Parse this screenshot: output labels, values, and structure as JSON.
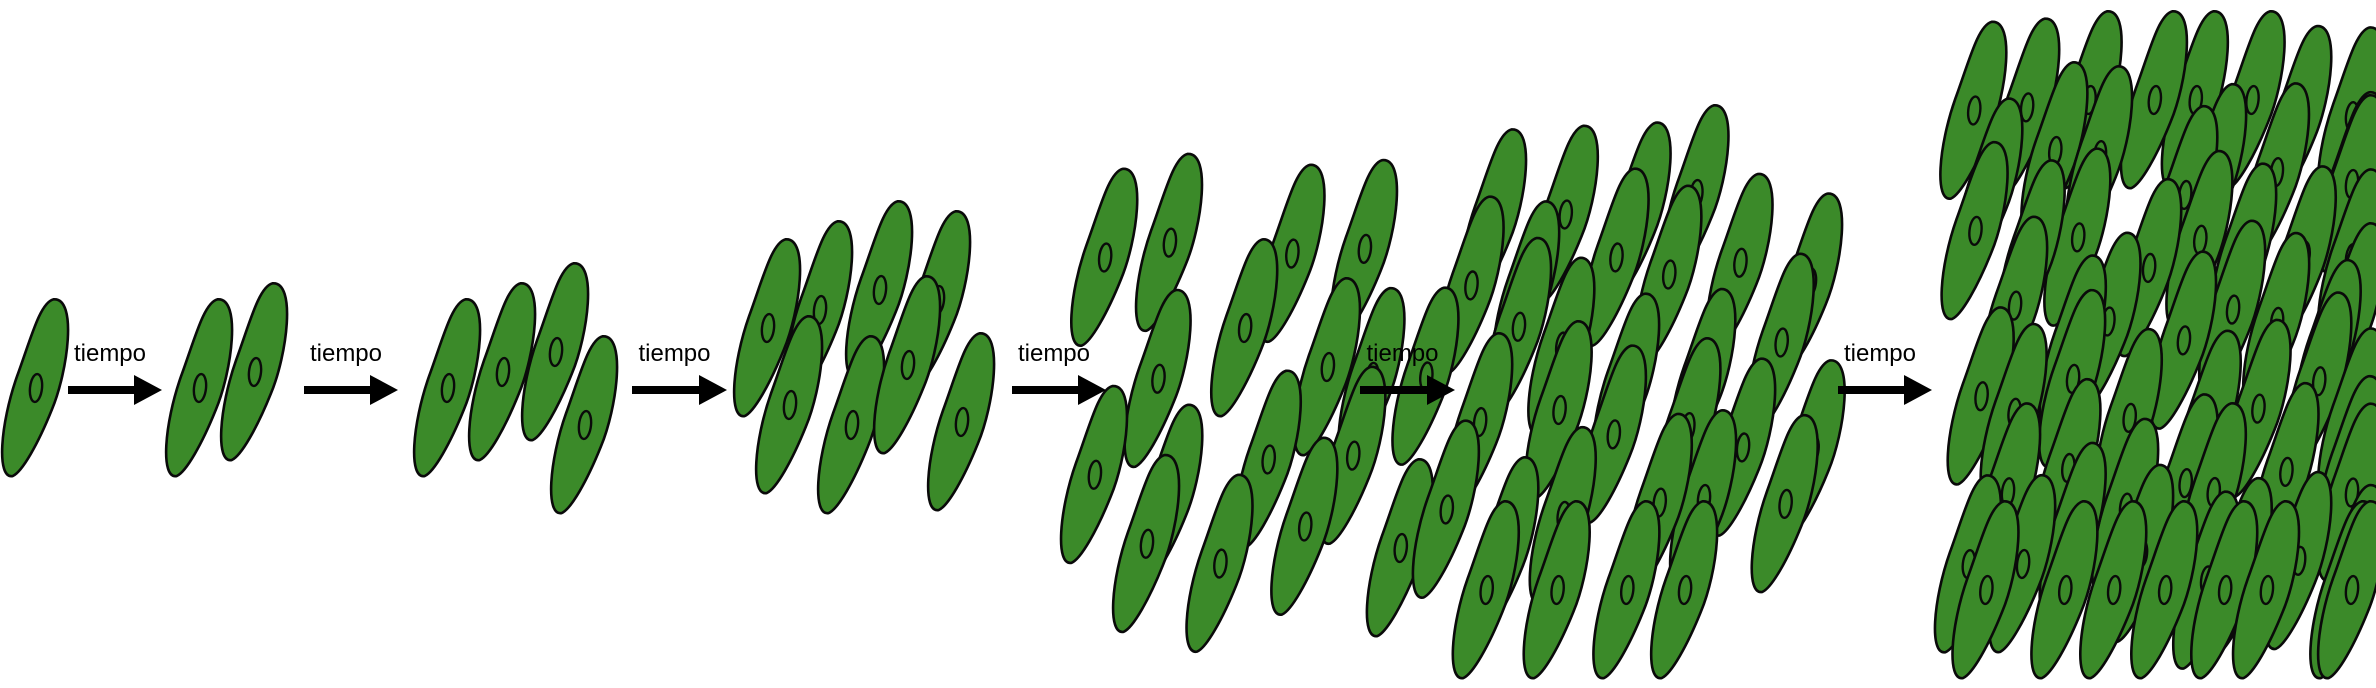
{
  "diagram": {
    "type": "cell-division-sequence",
    "arrow_label": "tiempo",
    "stage_cell_counts": [
      1,
      2,
      4,
      8,
      16,
      32,
      64
    ],
    "colors": {
      "cell_fill": "#3b8a29",
      "cell_outline": "#0a0a0a",
      "arrow": "#000000",
      "background": "#ffffff"
    }
  }
}
